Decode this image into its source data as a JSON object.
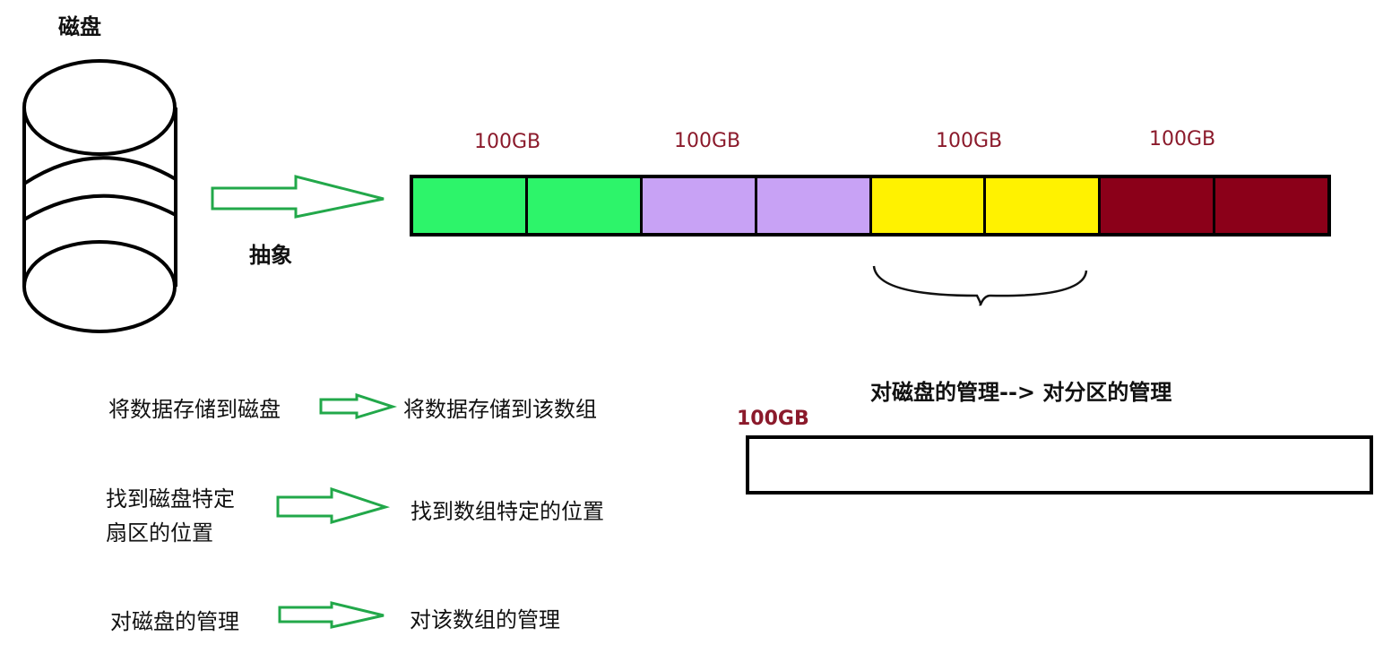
{
  "disk": {
    "title": "磁盘"
  },
  "abstraction": {
    "label": "抽象"
  },
  "segments": {
    "labels": [
      "100GB",
      "100GB",
      "100GB",
      "100GB"
    ],
    "colors": [
      "#2df46a",
      "#2df46a",
      "#c8a2f5",
      "#c8a2f5",
      "#fff200",
      "#fff200",
      "#8b0019",
      "#8b0019"
    ]
  },
  "colors": {
    "arrow": "#22a84a",
    "segment_label": "#8b1a2b"
  },
  "partition": {
    "heading": "对磁盘的管理--> 对分区的管理",
    "size_label": "100GB"
  },
  "mappings": [
    {
      "left": "将数据存储到磁盘",
      "right": "将数据存储到该数组"
    },
    {
      "left_line1": "找到磁盘特定",
      "left_line2": "扇区的位置",
      "right": "找到数组特定的位置"
    },
    {
      "left": "对磁盘的管理",
      "right": "对该数组的管理"
    }
  ]
}
